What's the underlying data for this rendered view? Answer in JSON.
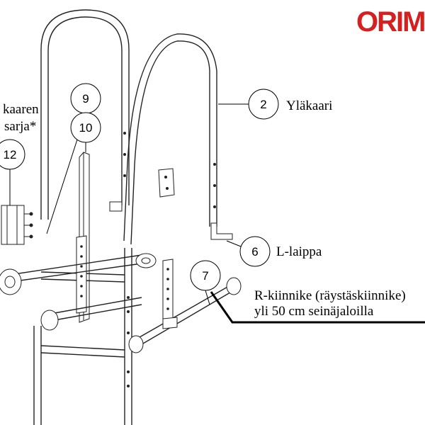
{
  "brand": {
    "name": "ORIM",
    "color": "#d42020"
  },
  "callouts": [
    {
      "number": "2",
      "label": "Yläkaari"
    },
    {
      "number": "6",
      "label": "L-laippa"
    },
    {
      "number": "7",
      "label_line1": "R-kiinnike (räystäskiinnike)",
      "label_line2": "yli 50 cm seinäjaloilla"
    },
    {
      "number": "9"
    },
    {
      "number": "10"
    },
    {
      "number": "12",
      "label_line1": "kaaren",
      "label_line2": "sarja*"
    }
  ],
  "colors": {
    "line": "#222222",
    "background": "#ffffff"
  }
}
